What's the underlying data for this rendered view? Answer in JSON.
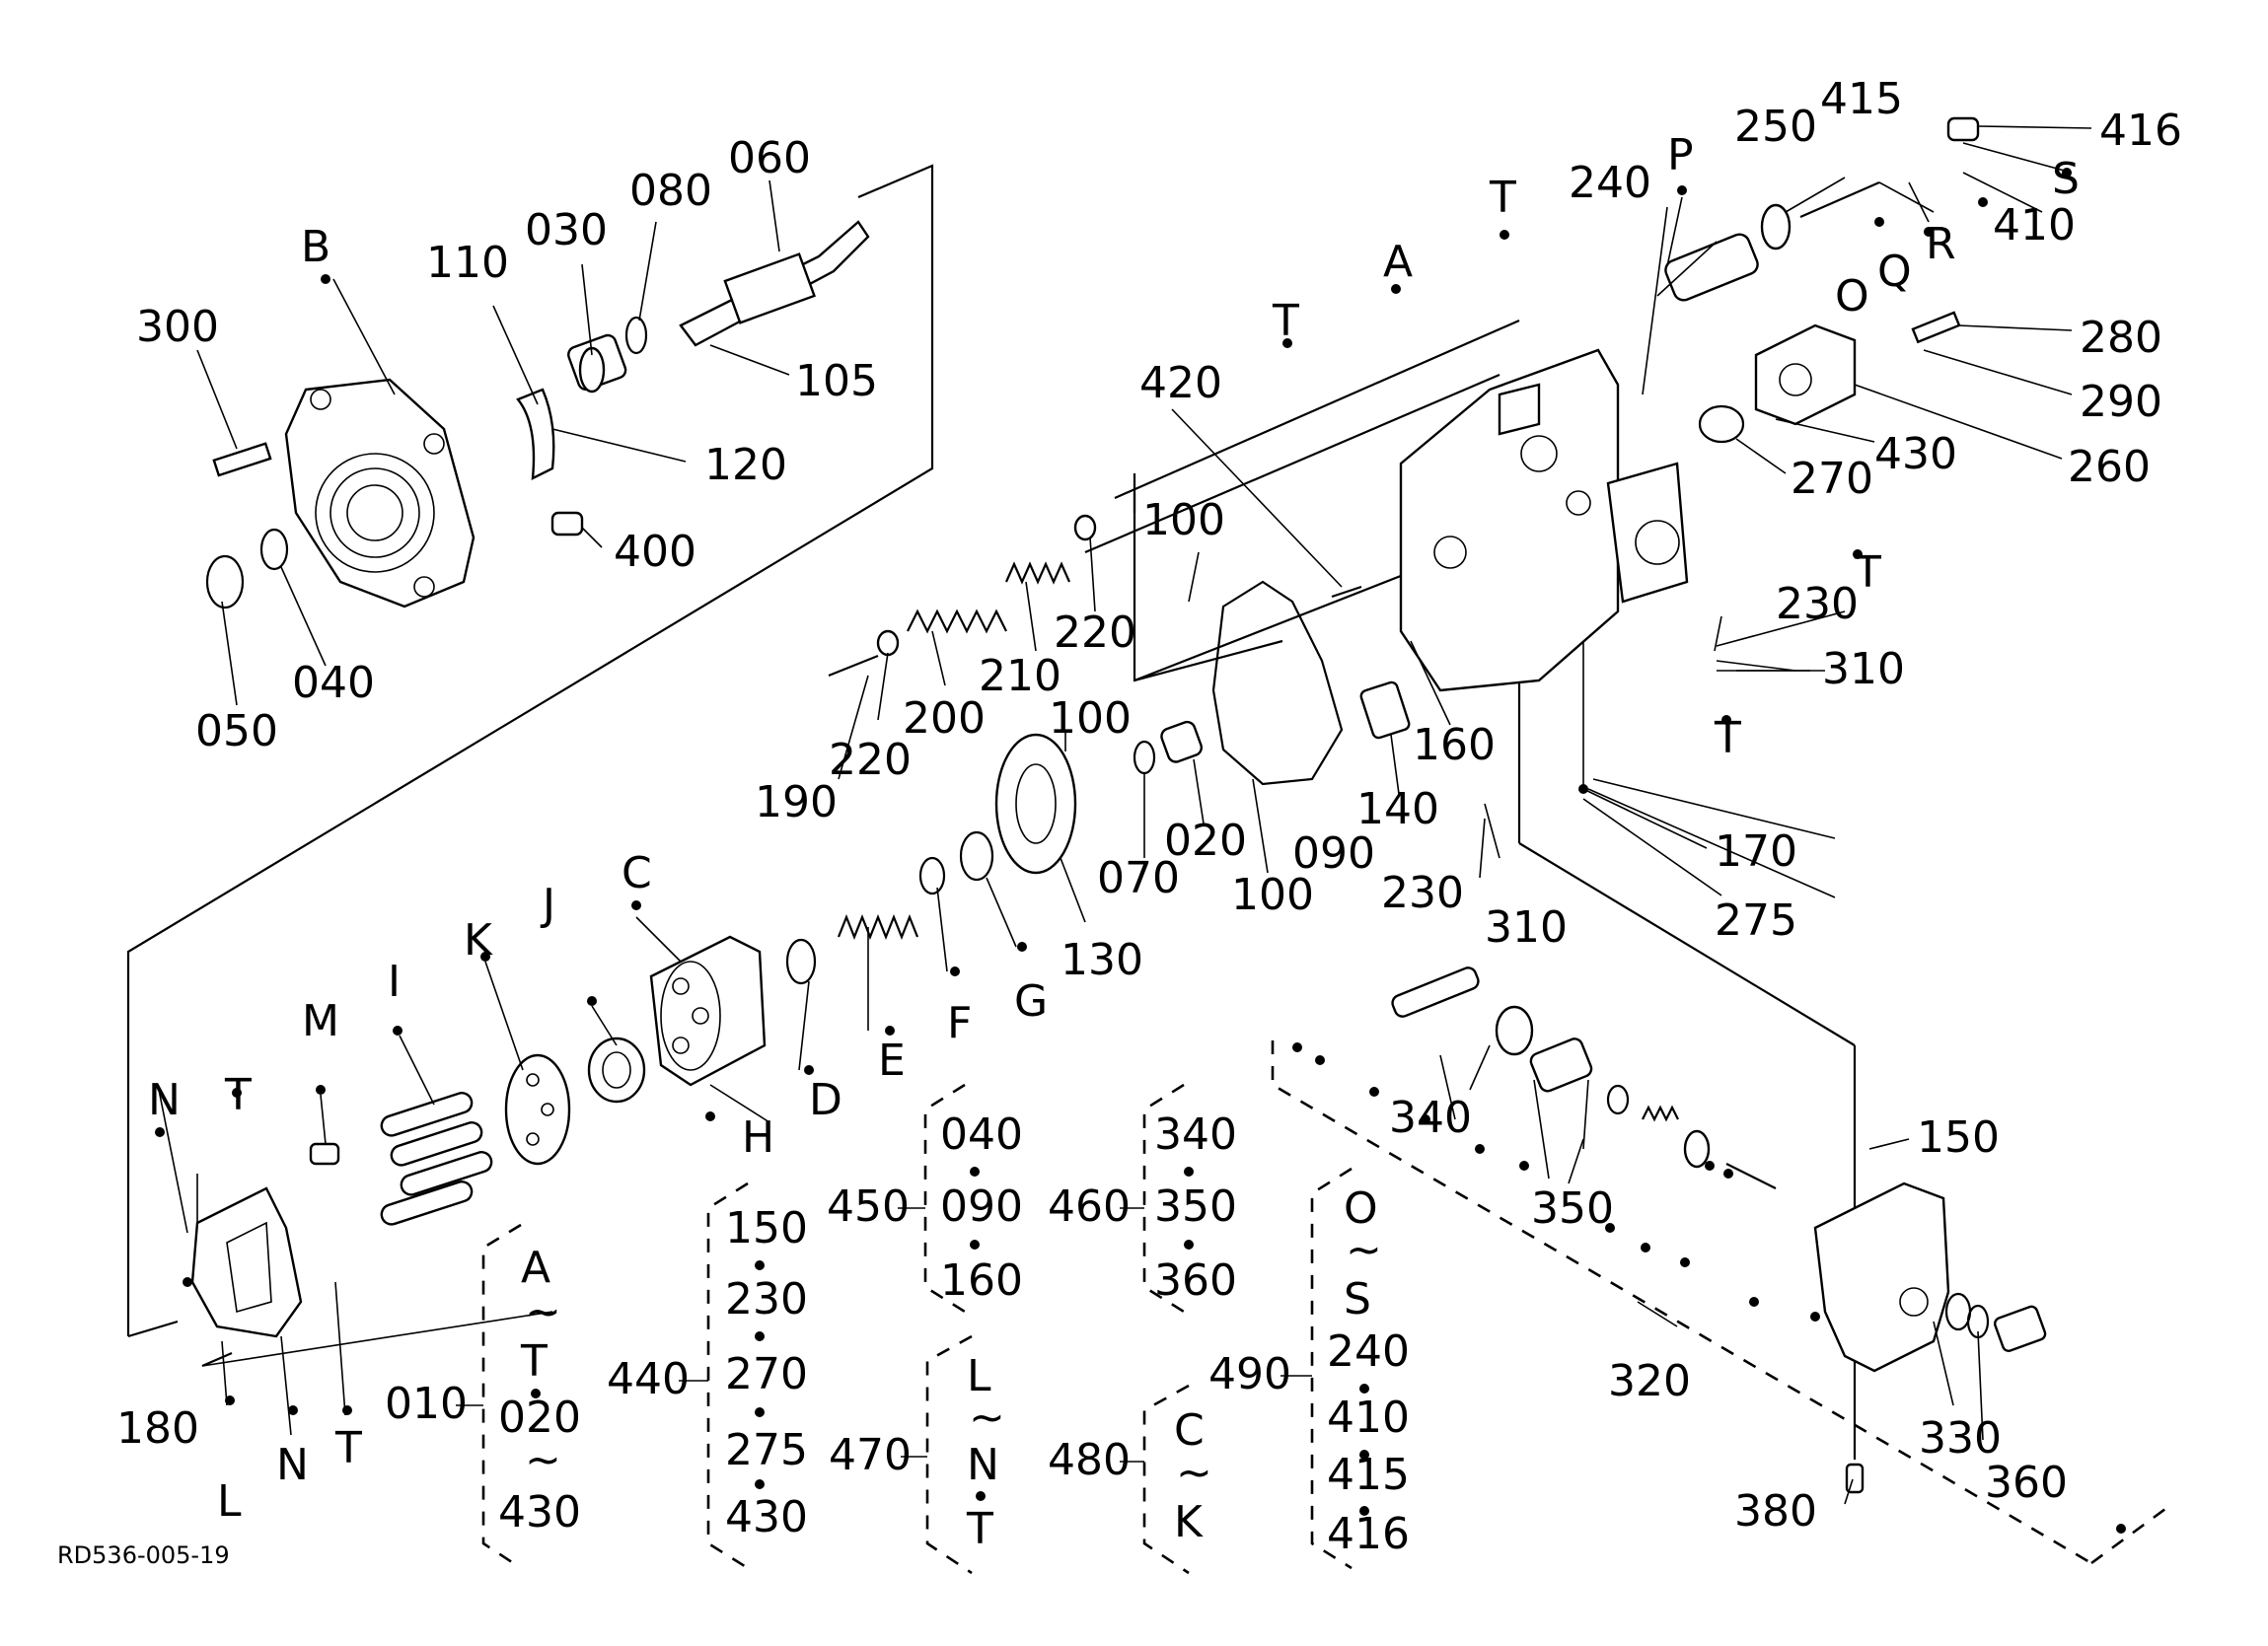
{
  "drawing_code": "RD536-005-19",
  "parts": {
    "p300": "300",
    "p110": "110",
    "p030": "030",
    "p080": "080",
    "p060": "060",
    "p105": "105",
    "p120": "120",
    "p400": "400",
    "p050": "050",
    "p040": "040",
    "p420": "420",
    "p100a": "100",
    "p100b": "100",
    "p100c": "100",
    "p220a": "220",
    "p220b": "220",
    "p210": "210",
    "p200": "200",
    "p190": "190",
    "p020": "020",
    "p070": "070",
    "p130": "130",
    "p090": "090",
    "p140": "140",
    "p160": "160",
    "p230a": "230",
    "p230b": "230",
    "p310a": "310",
    "p310b": "310",
    "p170": "170",
    "p275": "275",
    "p240": "240",
    "p250": "250",
    "p415": "415",
    "p416": "416",
    "p410": "410",
    "p280": "280",
    "p290": "290",
    "p270": "270",
    "p430": "430",
    "p260": "260",
    "p340": "340",
    "p350": "350",
    "p150": "150",
    "p320": "320",
    "p330": "330",
    "p360": "360",
    "p380": "380",
    "p180": "180"
  },
  "letters": {
    "A": "A",
    "B": "B",
    "C": "C",
    "D": "D",
    "E": "E",
    "F": "F",
    "G": "G",
    "H": "H",
    "I": "I",
    "J": "J",
    "K": "K",
    "L": "L",
    "M": "M",
    "N1": "N",
    "N2": "N",
    "O": "O",
    "P": "P",
    "Q": "Q",
    "R": "R",
    "S": "S",
    "T1": "T",
    "T2": "T",
    "T3": "T",
    "T4": "T",
    "T5": "T",
    "T6": "T"
  },
  "groups": {
    "g010": {
      "id": "010",
      "items": [
        "A",
        "~",
        "T",
        "020",
        "~",
        "430"
      ]
    },
    "g440": {
      "id": "440",
      "items": [
        "150",
        "230",
        "270",
        "275",
        "430"
      ]
    },
    "g450": {
      "id": "450",
      "items": [
        "040",
        "090",
        "160"
      ]
    },
    "g460": {
      "id": "460",
      "items": [
        "340",
        "350",
        "360"
      ]
    },
    "g470": {
      "id": "470",
      "items": [
        "L",
        "~",
        "N",
        "T"
      ]
    },
    "g480": {
      "id": "480",
      "items": [
        "C",
        "~",
        "K"
      ]
    },
    "g490": {
      "id": "490",
      "items": [
        "O",
        "~",
        "S",
        "240",
        "410",
        "415",
        "416"
      ]
    }
  }
}
